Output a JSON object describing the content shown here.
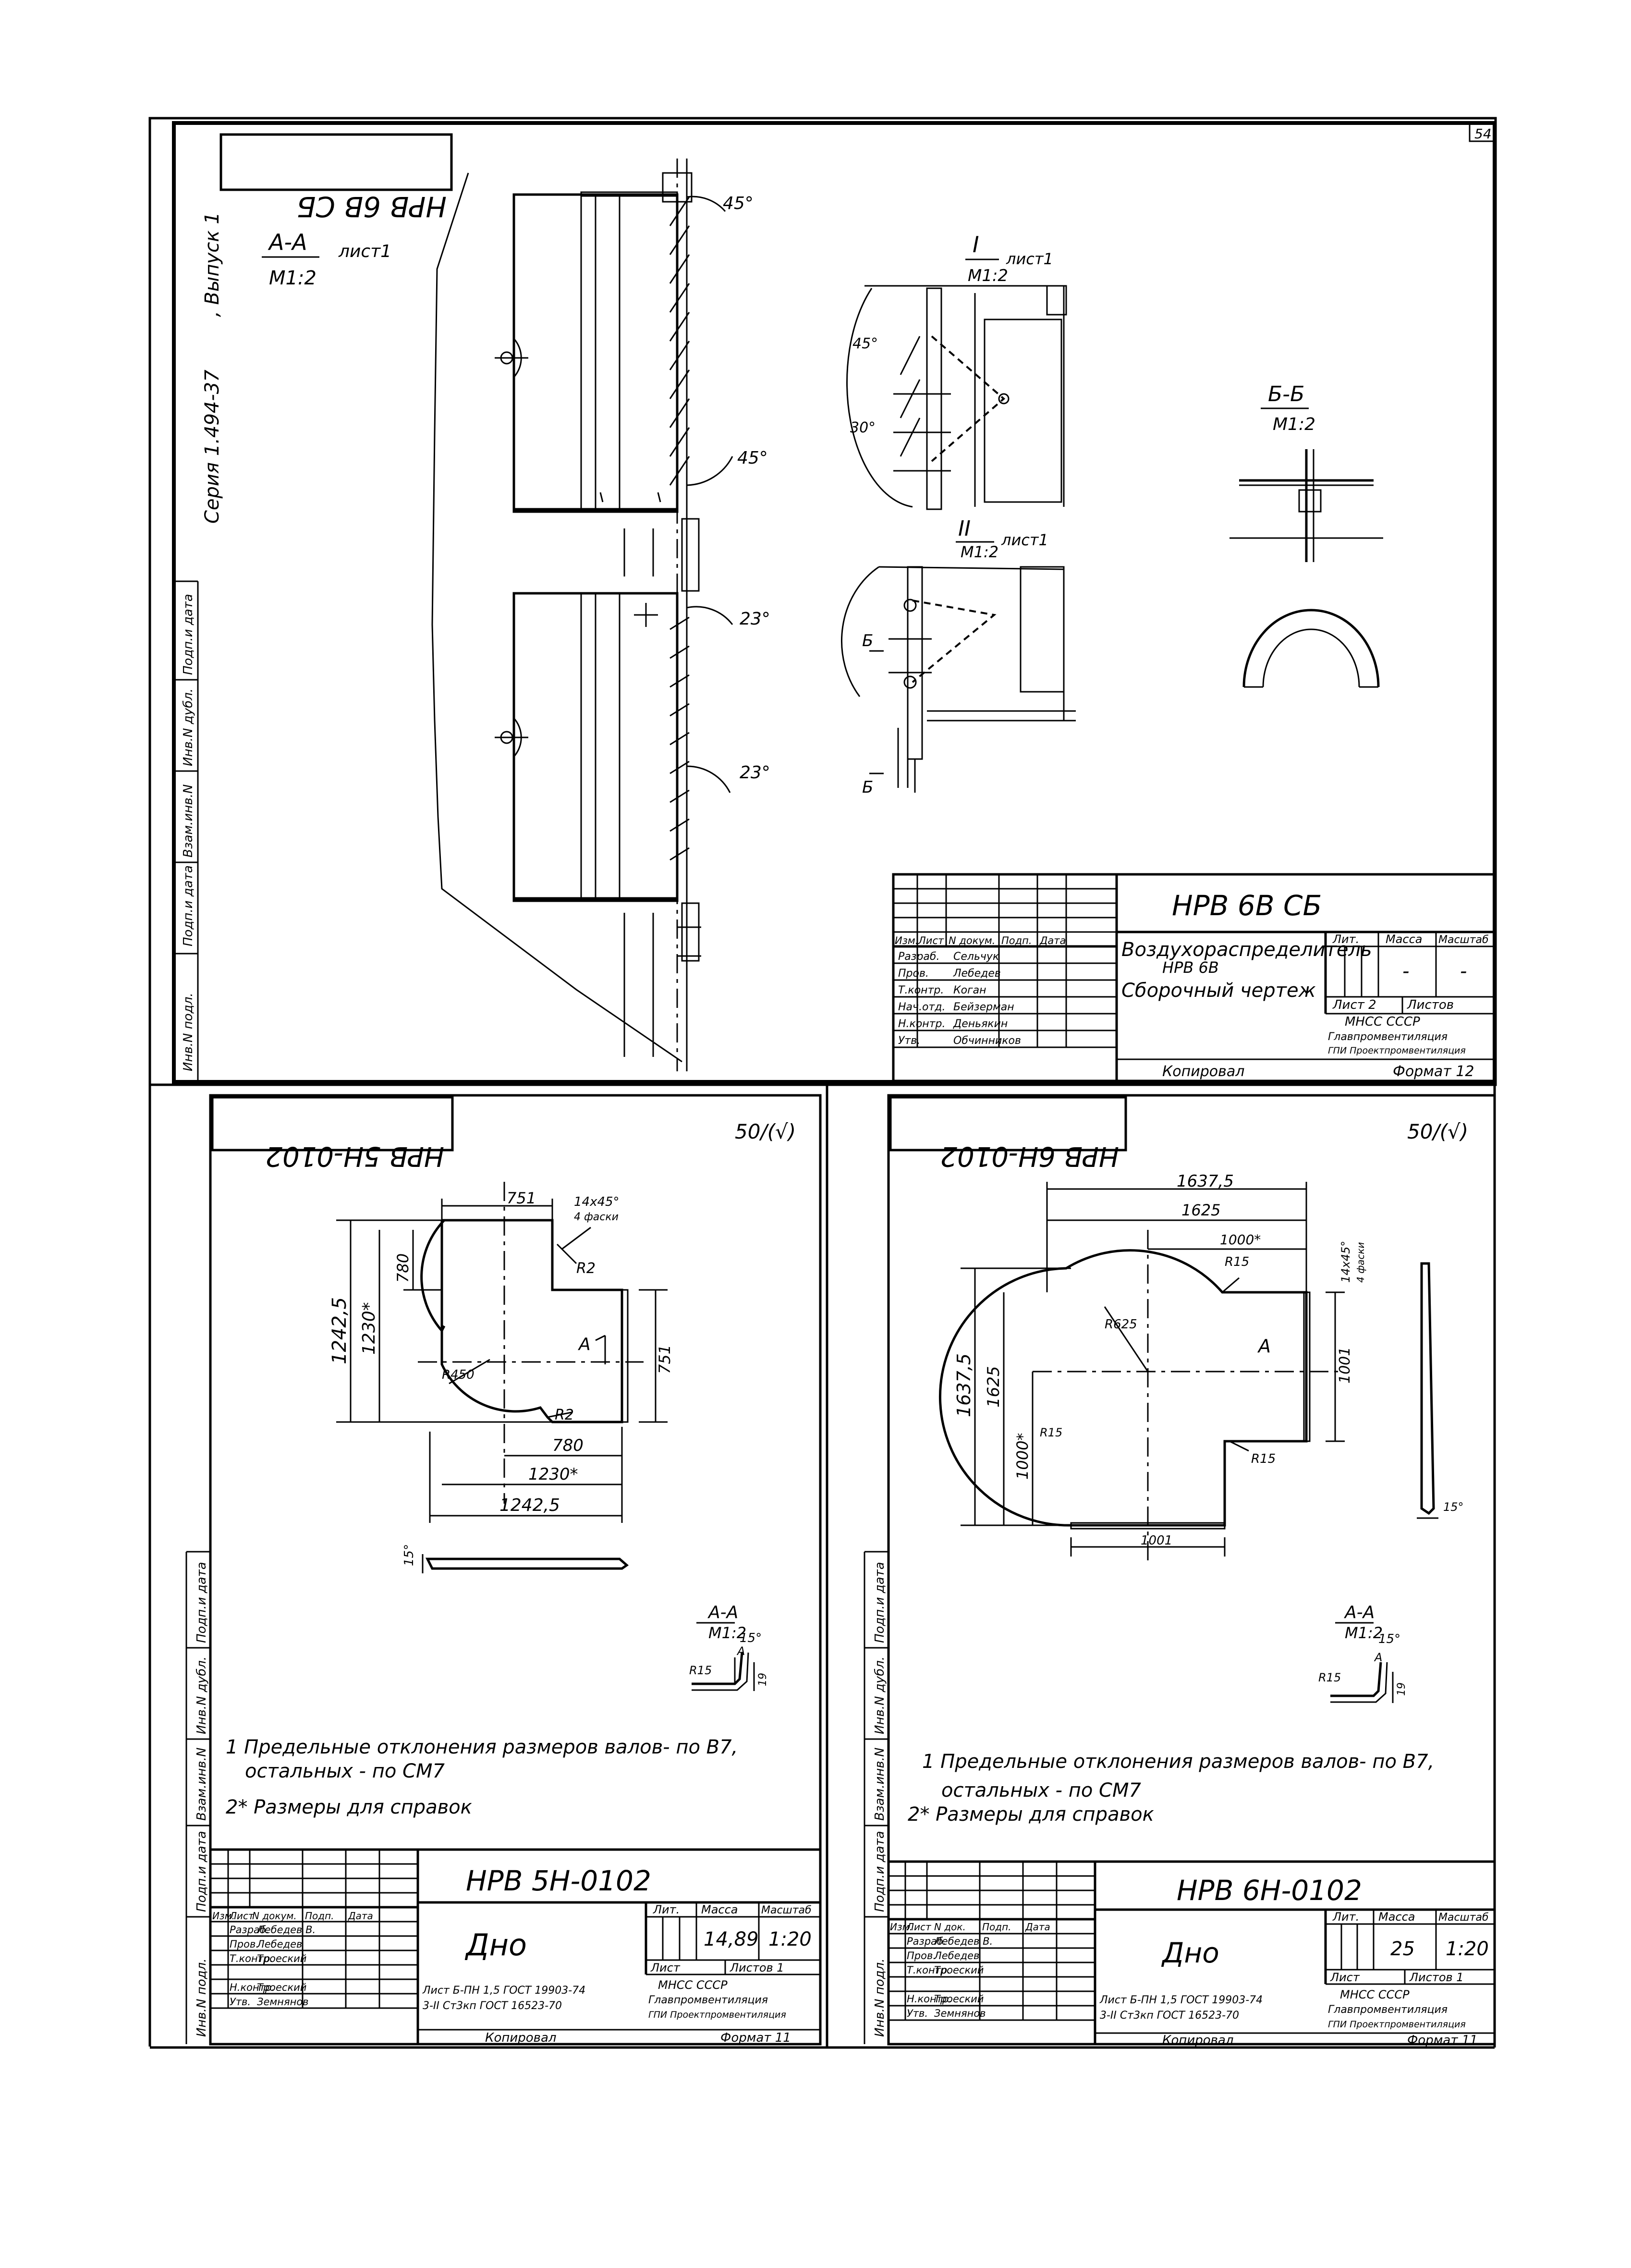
{
  "page_number": "54",
  "side_stamp": {
    "fields": [
      "Инв.N подл.",
      "Подп.и дата",
      "Взам.инв.N",
      "Инв.N дубл.",
      "Подп.и дата"
    ],
    "series": "Серия 1.494-37",
    "issue": ", Выпуск 1"
  },
  "top_sheet": {
    "mirrored_title": "НРВ 6В СБ",
    "section_aa": "А-А",
    "section_aa_scale": "М1:2",
    "section_aa_sheet": "лист1",
    "angle_45a": "45°",
    "angle_45b": "45°",
    "angle_23a": "23°",
    "angle_23b": "23°",
    "view_i": "I",
    "view_i_scale": "М1:2",
    "view_i_sheet": "лист1",
    "angle_45c": "45°",
    "angle_30": "30°",
    "view_ii": "II",
    "view_ii_scale": "М1:2",
    "view_ii_sheet": "лист1",
    "cut_b_label": "Б",
    "section_bb": "Б-Б",
    "section_bb_scale": "М1:2",
    "title_block": {
      "designation": "НРВ 6В СБ",
      "name_line1": "Воздухораспределитель",
      "name_line2": "НРВ 6В",
      "name_line3": "Сборочный чертеж",
      "col_headers": [
        "Изм.",
        "Лист",
        "N докум.",
        "Подп.",
        "Дата"
      ],
      "rows": [
        {
          "role": "Разраб.",
          "name": "Сельчук"
        },
        {
          "role": "Пров.",
          "name": "Лебедев"
        },
        {
          "role": "Т.контр.",
          "name": "Коган"
        },
        {
          "role": "Нач.отд.",
          "name": "Бейзерман"
        },
        {
          "role": "Н.контр.",
          "name": "Деньякин"
        },
        {
          "role": "Утв.",
          "name": "Обчинников"
        }
      ],
      "lit_label": "Лит.",
      "mass_label": "Масса",
      "scale_label": "Масштаб",
      "mass_value": "-",
      "scale_value": "-",
      "sheet_label": "Лист 2",
      "sheets_label": "Листов",
      "org_line1": "МНСС СССР",
      "org_line2": "Главпромвентиляция",
      "org_line3": "ГПИ Проектпромвентиляция",
      "copied": "Копировал",
      "format": "Формат 12"
    }
  },
  "left_sheet": {
    "mirrored_title": "НРВ 5Н-0102",
    "roughness": "50/(√)",
    "dim_751": "751",
    "chamfer": "14х45°",
    "chamfer_note": "4 фаски",
    "dim_780_v": "780",
    "dim_r2_top": "R2",
    "dim_1242_5_v": "1242,5",
    "dim_1230_v": "1230*",
    "dim_a": "А",
    "dim_751_v": "751",
    "dim_r450": "R450",
    "dim_r2_bot": "R2",
    "dim_780_h": "780",
    "dim_1230_h": "1230*",
    "dim_1242_5_h": "1242,5",
    "dim_15": "15°",
    "sec_aa": "А-А",
    "sec_aa_scale": "М1:2",
    "sec_15": "15°",
    "sec_r15": "R15",
    "sec_a": "А",
    "sec_19": "19",
    "note1_line1": "1 Предельные отклонения размеров валов- по В7,",
    "note1_line2": "остальных - по СМ7",
    "note2": "2* Размеры для справок",
    "title_block": {
      "designation": "НРВ 5Н-0102",
      "name": "Дно",
      "col_headers": [
        "Изм.",
        "Лист",
        "N докум.",
        "Подп.",
        "Дата"
      ],
      "rows": [
        {
          "role": "Разраб.",
          "name": "Лебедев В."
        },
        {
          "role": "Пров.",
          "name": "Лебедев"
        },
        {
          "role": "Т.контр.",
          "name": "Троеский"
        },
        {
          "role": "Н.контр.",
          "name": "Троеский"
        },
        {
          "role": "Утв.",
          "name": "Земнянов"
        }
      ],
      "lit_label": "Лит.",
      "mass_label": "Масса",
      "scale_label": "Масштаб",
      "mass_value": "14,89",
      "scale_value": "1:20",
      "sheet_label": "Лист",
      "sheets_label": "Листов 1",
      "material_line1": "Лист Б-ПН 1,5 ГОСТ 19903-74",
      "material_line2": "3-II Ст3кп ГОСТ 16523-70",
      "org_line1": "МНСС СССР",
      "org_line2": "Главпромвентиляция",
      "org_line3": "ГПИ Проектпромвентиляция",
      "copied": "Копировал",
      "format": "Формат 11"
    }
  },
  "right_sheet": {
    "mirrored_title": "НРВ 6Н-0102",
    "roughness": "50/(√)",
    "dim_1637_5_h": "1637,5",
    "dim_1625_h": "1625",
    "dim_1000_h": "1000*",
    "dim_r15_top": "R15",
    "chamfer": "14х45°",
    "chamfer_note": "4 фаски",
    "dim_r625": "R625",
    "dim_a": "А",
    "dim_1001_v": "1001",
    "dim_1637_5_v": "1637,5",
    "dim_1625_v": "1625",
    "dim_1000_v": "1000*",
    "dim_r15_left": "R15",
    "dim_r15_bot": "R15",
    "dim_1001_h": "1001",
    "dim_15": "15°",
    "sec_aa": "А-А",
    "sec_aa_scale": "М1:2",
    "sec_15": "15°",
    "sec_r15": "R15",
    "sec_a": "А",
    "sec_19": "19",
    "note1_line1": "1 Предельные отклонения размеров валов- по В7,",
    "note1_line2": "остальных - по СМ7",
    "note2": "2* Размеры для справок",
    "title_block": {
      "designation": "НРВ 6Н-0102",
      "name": "Дно",
      "col_headers": [
        "Изм.",
        "Лист",
        "N док.",
        "Подп.",
        "Дата"
      ],
      "rows": [
        {
          "role": "Разраб.",
          "name": "Лебедев В."
        },
        {
          "role": "Пров.",
          "name": "Лебедев"
        },
        {
          "role": "Т.контр.",
          "name": "Троеский"
        },
        {
          "role": "Н.контр.",
          "name": "Троеский"
        },
        {
          "role": "Утв.",
          "name": "Земнянов"
        }
      ],
      "lit_label": "Лит.",
      "mass_label": "Масса",
      "scale_label": "Масштаб",
      "mass_value": "25",
      "scale_value": "1:20",
      "sheet_label": "Лист",
      "sheets_label": "Листов 1",
      "material_line1": "Лист Б-ПН 1,5 ГОСТ 19903-74",
      "material_line2": "3-II Ст3кп ГОСТ 16523-70",
      "org_line1": "МНСС СССР",
      "org_line2": "Главпромвентиляция",
      "org_line3": "ГПИ Проектпромвентиляция",
      "copied": "Копировал",
      "format": "Формат 11"
    }
  }
}
